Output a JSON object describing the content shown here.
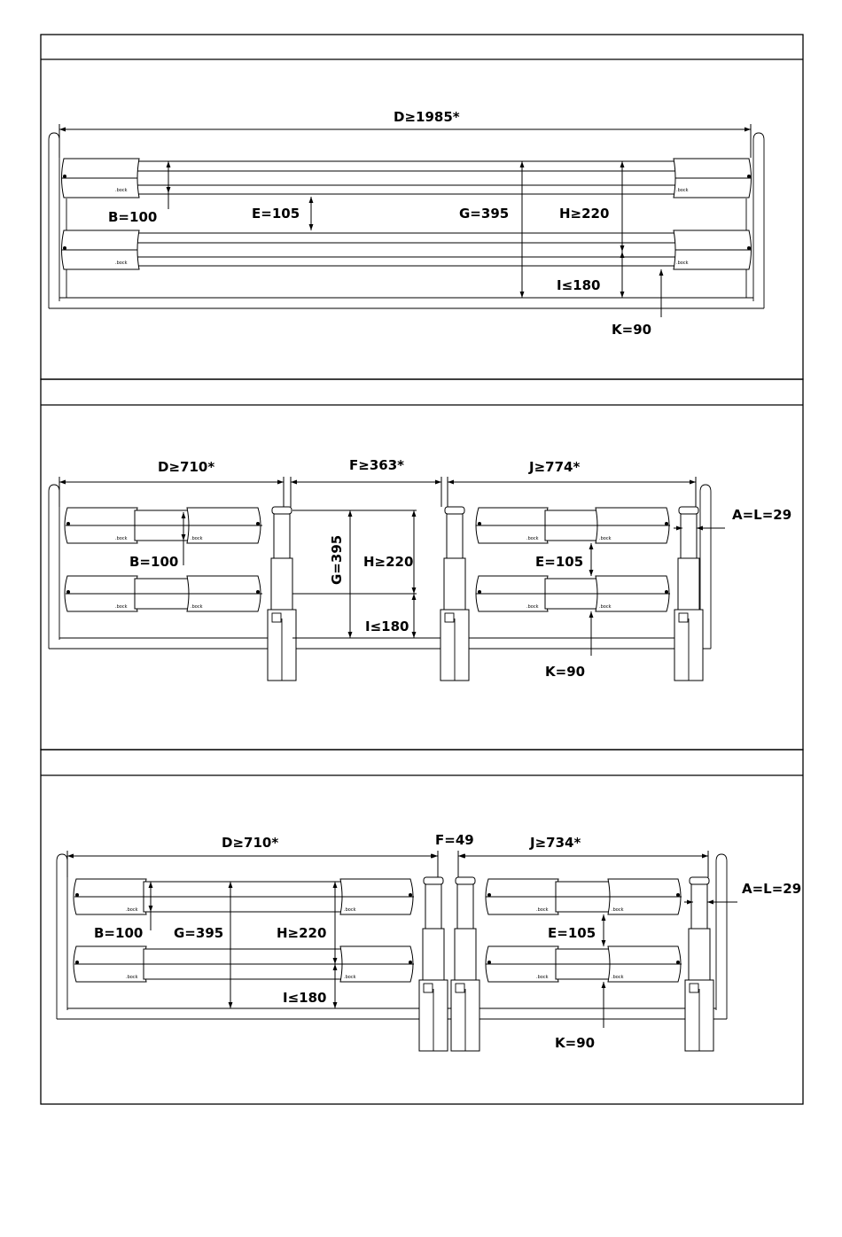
{
  "brand": ".bock",
  "panels": [
    {
      "id": "panel-1",
      "labels": {
        "D": "D≥1985*",
        "B": "B=100",
        "E": "E=105",
        "G": "G=395",
        "H": "H≥220",
        "I": "I≤180",
        "K": "K=90"
      }
    },
    {
      "id": "panel-2",
      "labels": {
        "D": "D≥710*",
        "F": "F≥363*",
        "J": "J≥774*",
        "AL": "A=L=29",
        "B": "B=100",
        "G": "G=395",
        "H": "H≥220",
        "E": "E=105",
        "I": "I≤180",
        "K": "K=90"
      }
    },
    {
      "id": "panel-3",
      "labels": {
        "D": "D≥710*",
        "F": "F=49",
        "J": "J≥734*",
        "AL": "A=L=29",
        "B": "B=100",
        "G": "G=395",
        "H": "H≥220",
        "E": "E=105",
        "I": "I≤180",
        "K": "K=90"
      }
    }
  ]
}
